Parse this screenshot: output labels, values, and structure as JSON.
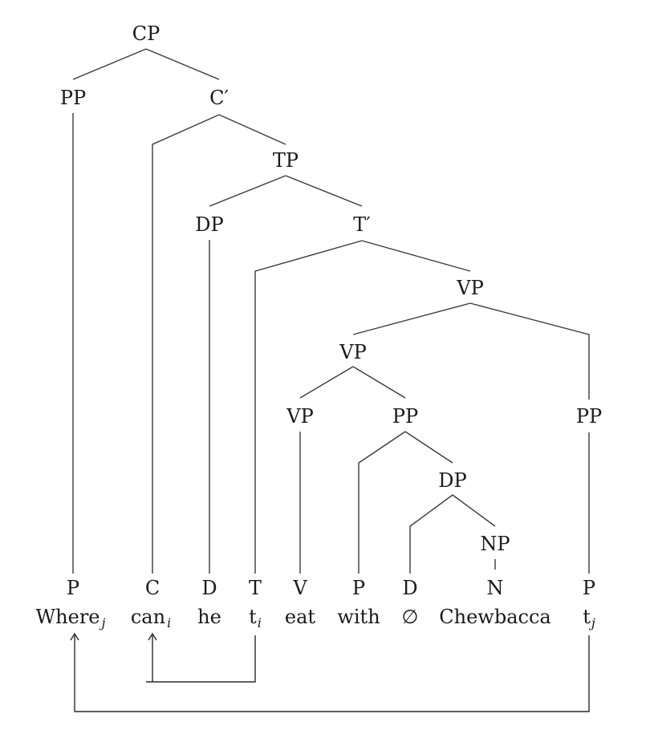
{
  "tree": {
    "nodes": {
      "cp": "CP",
      "pp_top": "PP",
      "c_bar": "C′",
      "tp": "TP",
      "dp_subj": "DP",
      "t_bar": "T′",
      "vp_top": "VP",
      "vp_mid": "VP",
      "pp_adjunct": "PP",
      "vp_low": "VP",
      "pp_with": "PP",
      "dp_obj": "DP",
      "np_obj": "NP"
    },
    "leaves": [
      {
        "id": "p1",
        "category": "P",
        "word": "Where",
        "sub": "j"
      },
      {
        "id": "c",
        "category": "C",
        "word": "can",
        "sub": "i"
      },
      {
        "id": "d1",
        "category": "D",
        "word": "he",
        "sub": ""
      },
      {
        "id": "t",
        "category": "T",
        "word": "t",
        "sub": "i"
      },
      {
        "id": "v",
        "category": "V",
        "word": "eat",
        "sub": ""
      },
      {
        "id": "p2",
        "category": "P",
        "word": "with",
        "sub": ""
      },
      {
        "id": "d2",
        "category": "D",
        "word": "∅",
        "sub": ""
      },
      {
        "id": "n",
        "category": "N",
        "word": "Chewbacca",
        "sub": ""
      },
      {
        "id": "p3",
        "category": "P",
        "word": "t",
        "sub": "j"
      }
    ]
  }
}
